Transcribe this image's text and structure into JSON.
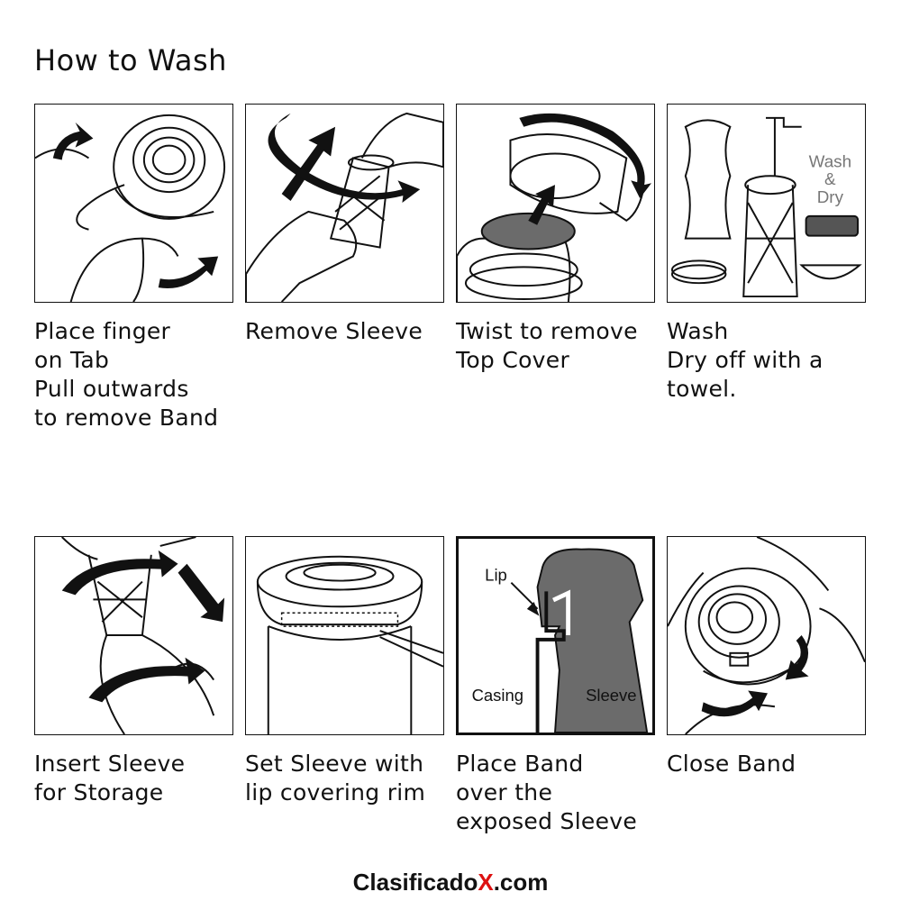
{
  "title": "How to Wash",
  "steps": [
    {
      "caption": "Place finger\non Tab\nPull outwards\nto remove Band"
    },
    {
      "caption": "Remove Sleeve"
    },
    {
      "caption": "Twist to remove\nTop Cover"
    },
    {
      "caption": "Wash\nDry off with a\ntowel.",
      "labels": {
        "line1": "Wash",
        "amp": "&",
        "line2": "Dry"
      }
    },
    {
      "caption": "Insert Sleeve\nfor Storage"
    },
    {
      "caption": "Set Sleeve with\nlip covering rim"
    },
    {
      "caption": "Place Band\nover the\nexposed Sleeve",
      "labels": {
        "lip": "Lip",
        "casing": "Casing",
        "sleeve": "Sleeve"
      }
    },
    {
      "caption": "Close Band"
    }
  ],
  "footer": {
    "prefix": "Clasificado",
    "accent": "X",
    "suffix": ".com"
  },
  "colors": {
    "line": "#111111",
    "fill_dark": "#6b6b6b",
    "accent": "#d11111"
  }
}
